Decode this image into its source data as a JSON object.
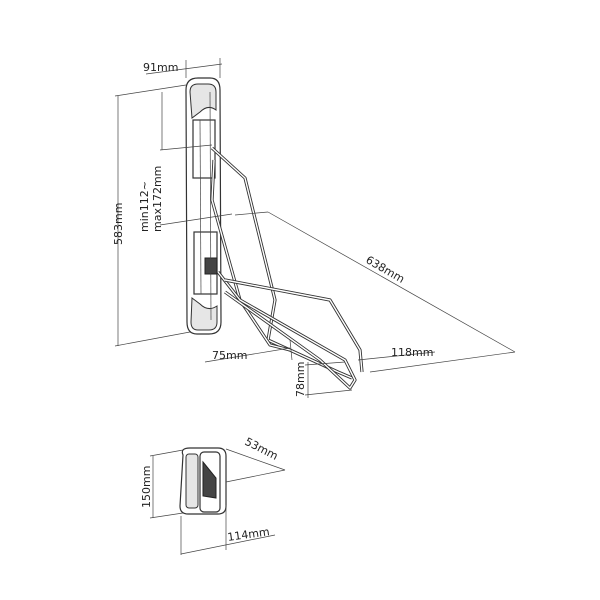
{
  "diagram": {
    "main_mount": {
      "width_label": "91mm",
      "height_label": "583mm",
      "adjust_label_line1": "min112~",
      "adjust_label_line2": "max172mm",
      "extension_label": "638mm",
      "arm_depth_label": "75mm",
      "cradle_width_label": "118mm",
      "cradle_height_label": "78mm"
    },
    "wall_plate": {
      "height_label": "150mm",
      "depth_label": "53mm",
      "width_label": "114mm"
    }
  }
}
